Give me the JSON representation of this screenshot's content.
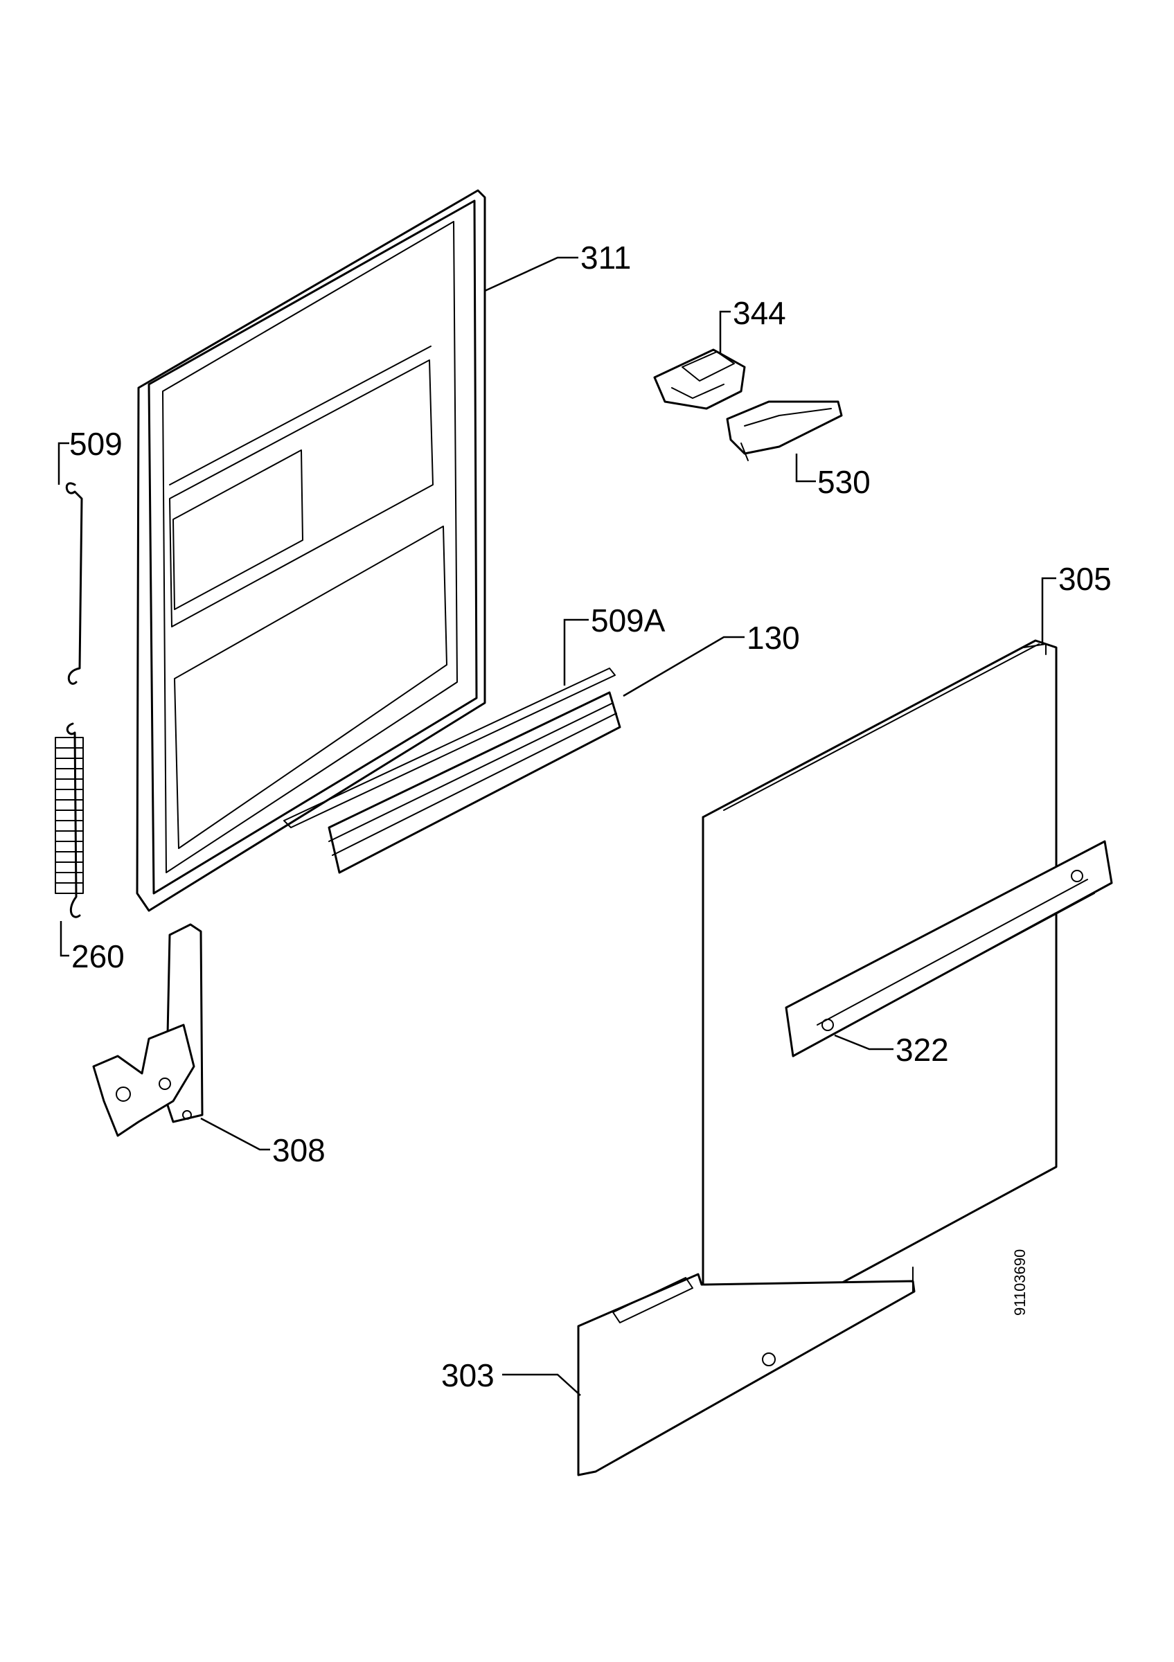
{
  "callouts": {
    "c311": "311",
    "c344": "344",
    "c509": "509",
    "c530": "530",
    "c305": "305",
    "c509a": "509A",
    "c130": "130",
    "c260": "260",
    "c322": "322",
    "c308": "308",
    "c303": "303"
  },
  "drawing_number": "91103690"
}
